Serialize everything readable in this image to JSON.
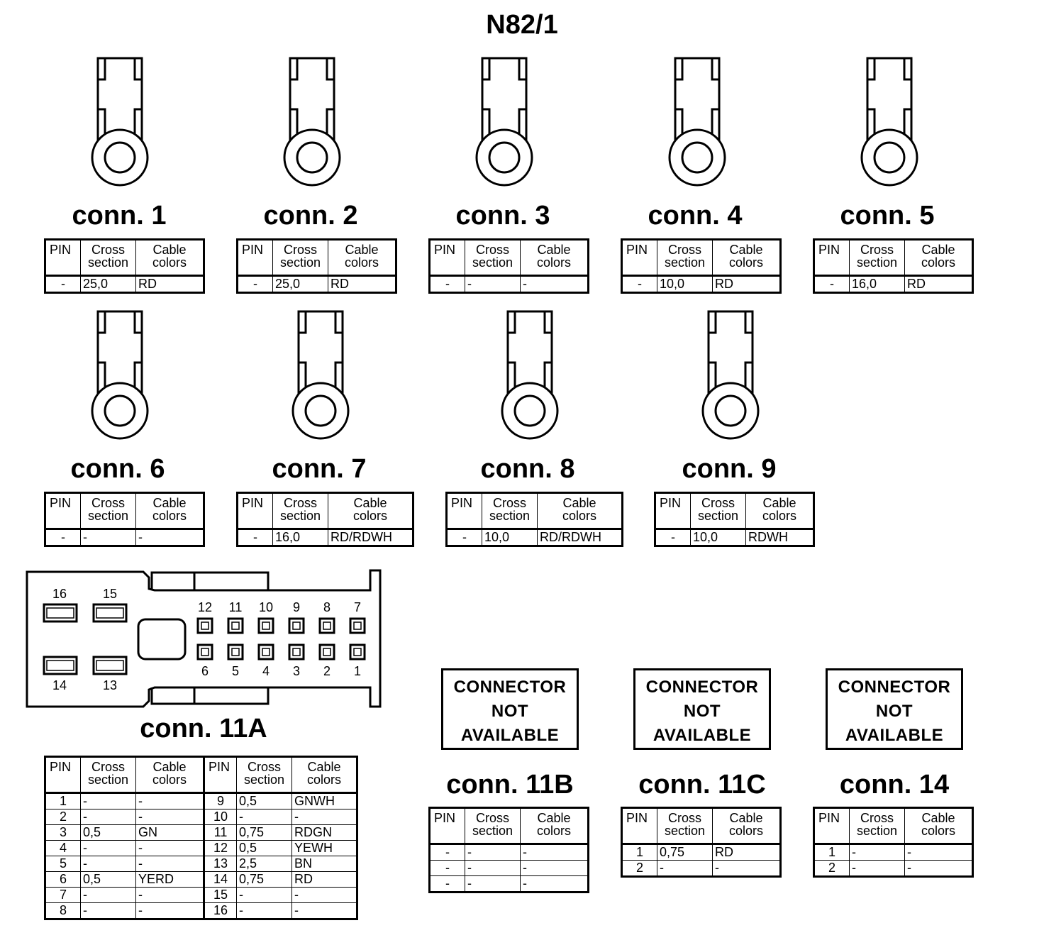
{
  "title": "N82/1",
  "table_headers": {
    "pin": "PIN",
    "cross": [
      "Cross",
      "section"
    ],
    "colors": [
      "Cable",
      "colors"
    ]
  },
  "connectors": [
    {
      "label": "conn. 1",
      "rows": [
        [
          "-",
          "25,0",
          "RD"
        ]
      ]
    },
    {
      "label": "conn. 2",
      "rows": [
        [
          "-",
          "25,0",
          "RD"
        ]
      ]
    },
    {
      "label": "conn. 3",
      "rows": [
        [
          "-",
          "-",
          "-"
        ]
      ]
    },
    {
      "label": "conn. 4",
      "rows": [
        [
          "-",
          "10,0",
          "RD"
        ]
      ]
    },
    {
      "label": "conn. 5",
      "rows": [
        [
          "-",
          "16,0",
          "RD"
        ]
      ]
    },
    {
      "label": "conn. 6",
      "rows": [
        [
          "-",
          "-",
          "-"
        ]
      ]
    },
    {
      "label": "conn. 7",
      "rows": [
        [
          "-",
          "16,0",
          "RD/RDWH"
        ]
      ]
    },
    {
      "label": "conn. 8",
      "rows": [
        [
          "-",
          "10,0",
          "RD/RDWH"
        ]
      ]
    },
    {
      "label": "conn. 9",
      "rows": [
        [
          "-",
          "10,0",
          "RDWH"
        ]
      ]
    }
  ],
  "conn11a": {
    "label": "conn. 11A",
    "pin_labels": {
      "big_top": [
        "16",
        "15"
      ],
      "big_bottom": [
        "14",
        "13"
      ],
      "top_row": [
        "12",
        "11",
        "10",
        "9",
        "8",
        "7"
      ],
      "bottom_row": [
        "6",
        "5",
        "4",
        "3",
        "2",
        "1"
      ]
    },
    "rows": [
      [
        "1",
        "-",
        "-",
        "9",
        "0,5",
        "GNWH"
      ],
      [
        "2",
        "-",
        "-",
        "10",
        "-",
        "-"
      ],
      [
        "3",
        "0,5",
        "GN",
        "11",
        "0,75",
        "RDGN"
      ],
      [
        "4",
        "-",
        "-",
        "12",
        "0,5",
        "YEWH"
      ],
      [
        "5",
        "-",
        "-",
        "13",
        "2,5",
        "BN"
      ],
      [
        "6",
        "0,5",
        "YERD",
        "14",
        "0,75",
        "RD"
      ],
      [
        "7",
        "-",
        "-",
        "15",
        "-",
        "-"
      ],
      [
        "8",
        "-",
        "-",
        "16",
        "-",
        "-"
      ]
    ]
  },
  "not_available_text": [
    "CONNECTOR",
    "NOT",
    "AVAILABLE"
  ],
  "unavailable_connectors": [
    {
      "label": "conn. 11B",
      "rows": [
        [
          "-",
          "-",
          "-"
        ],
        [
          "-",
          "-",
          "-"
        ],
        [
          "-",
          "-",
          "-"
        ]
      ]
    },
    {
      "label": "conn. 11C",
      "rows": [
        [
          "1",
          "0,75",
          "RD"
        ],
        [
          "2",
          "-",
          "-"
        ]
      ]
    },
    {
      "label": "conn. 14",
      "rows": [
        [
          "1",
          "-",
          "-"
        ],
        [
          "2",
          "-",
          "-"
        ]
      ]
    }
  ]
}
